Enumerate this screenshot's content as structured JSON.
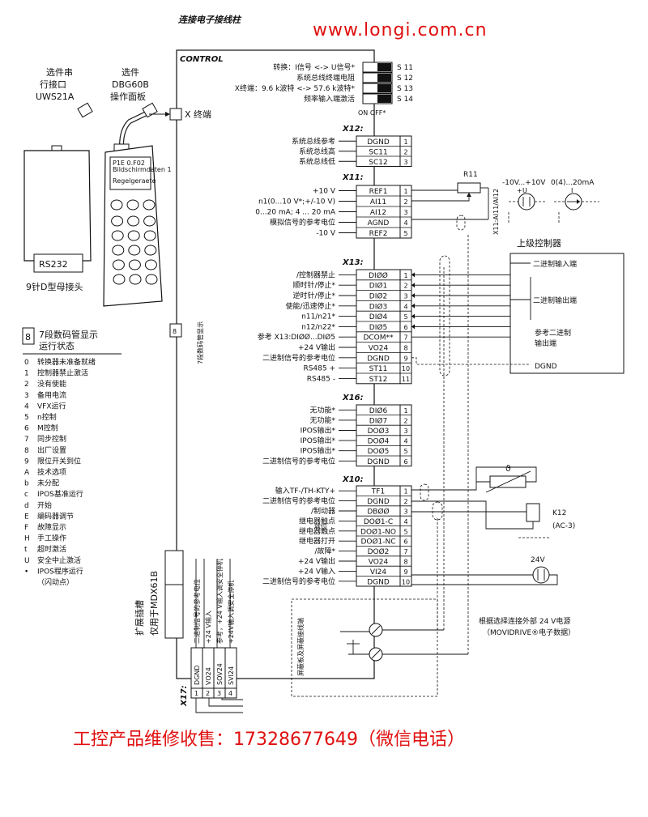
{
  "title": "连接电子接线柱",
  "url": "www.longi.com.cn",
  "service_line": "工控产品维修收售：17328677649（微信电话）",
  "control_label": "CONTROL",
  "option_uws": [
    "选件串",
    "行接口",
    "UWS21A"
  ],
  "option_dbg": [
    "选件",
    "DBG60B",
    "操作面板"
  ],
  "x_terminal": "X 终端",
  "rs232": "RS232",
  "sub_d": "9针D型母接头",
  "seg_display_label": "7段数码管显示",
  "seg_title": [
    "7段数码管显示",
    "运行状态"
  ],
  "status_codes": [
    {
      "code": "0",
      "text": "转换器未准备就绪"
    },
    {
      "code": "1",
      "text": "控制器禁止激活"
    },
    {
      "code": "2",
      "text": "没有使能"
    },
    {
      "code": "3",
      "text": "备用电流"
    },
    {
      "code": "4",
      "text": "VFX运行"
    },
    {
      "code": "5",
      "text": "n控制"
    },
    {
      "code": "6",
      "text": "M控制"
    },
    {
      "code": "7",
      "text": "同步控制"
    },
    {
      "code": "8",
      "text": "出厂设置"
    },
    {
      "code": "9",
      "text": "限位开关到位"
    },
    {
      "code": "A",
      "text": "技术选项"
    },
    {
      "code": "b",
      "text": "未分配"
    },
    {
      "code": "c",
      "text": "IPOS基准运行"
    },
    {
      "code": "d",
      "text": "开始"
    },
    {
      "code": "E",
      "text": "编码器调节"
    },
    {
      "code": "F",
      "text": "故障显示"
    },
    {
      "code": "H",
      "text": "手工操作"
    },
    {
      "code": "t",
      "text": "超时激活"
    },
    {
      "code": "U",
      "text": "安全中止激活"
    },
    {
      "code": "•",
      "text": "IPOS程序运行"
    },
    {
      "code": "",
      "text": "（闪动点）"
    }
  ],
  "switches": [
    {
      "label": "转换：I信号 <-> U信号*",
      "id": "S 11"
    },
    {
      "label": "系统总线终端电阻",
      "id": "S 12"
    },
    {
      "label": "X终端：9.6 k波特 <-> 57.6 k波特*",
      "id": "S 13"
    },
    {
      "label": "频率输入端激活",
      "id": "S 14"
    }
  ],
  "switch_on_off": "ON  OFF*",
  "x12": {
    "name": "X12:",
    "rows": [
      {
        "label": "系统总线参考",
        "term": "DGND",
        "num": "1"
      },
      {
        "label": "系统总线高",
        "term": "SC11",
        "num": "2"
      },
      {
        "label": "系统总线低",
        "term": "SC12",
        "num": "3"
      }
    ]
  },
  "x11": {
    "name": "X11:",
    "rows": [
      {
        "label": "+10 V",
        "term": "REF1",
        "num": "1"
      },
      {
        "label": "n1(0...10 V*;+/-10 V)",
        "term": "AI11",
        "num": "2"
      },
      {
        "label": "0...20 mA; 4 ... 20 mA",
        "term": "AI12",
        "num": "3"
      },
      {
        "label": "模拟信号的参考电位",
        "term": "AGND",
        "num": "4"
      },
      {
        "label": "-10 V",
        "term": "REF2",
        "num": "5"
      }
    ]
  },
  "x13": {
    "name": "X13:",
    "rows": [
      {
        "label": "/控制器禁止",
        "term": "DIØØ",
        "num": "1"
      },
      {
        "label": "顺时针/停止*",
        "term": "DIØ1",
        "num": "2"
      },
      {
        "label": "逆时针/停止*",
        "term": "DIØ2",
        "num": "3"
      },
      {
        "label": "使能/迅速停止*",
        "term": "DIØ3",
        "num": "4"
      },
      {
        "label": "n11/n21*",
        "term": "DIØ4",
        "num": "5"
      },
      {
        "label": "n12/n22*",
        "term": "DIØ5",
        "num": "6"
      },
      {
        "label": "参考  X13:DIØØ...DIØ5",
        "term": "DCOM**",
        "num": "7"
      },
      {
        "label": "+24 V输出",
        "term": "VO24",
        "num": "8"
      },
      {
        "label": "二进制信号的参考电位",
        "term": "DGND",
        "num": "9"
      },
      {
        "label": "RS485 +",
        "term": "ST11",
        "num": "10"
      },
      {
        "label": "RS485 -",
        "term": "ST12",
        "num": "11"
      }
    ]
  },
  "x16": {
    "name": "X16:",
    "rows": [
      {
        "label": "无功能*",
        "term": "DIØ6",
        "num": "1"
      },
      {
        "label": "无功能*",
        "term": "DIØ7",
        "num": "2"
      },
      {
        "label": "IPOS输出*",
        "term": "DOØ3",
        "num": "3"
      },
      {
        "label": "IPOS输出*",
        "term": "DOØ4",
        "num": "4"
      },
      {
        "label": "IPOS输出*",
        "term": "DOØ5",
        "num": "5"
      },
      {
        "label": "二进制信号的参考电位",
        "term": "DGND",
        "num": "6"
      }
    ]
  },
  "x10": {
    "name": "X10:",
    "rows": [
      {
        "label": "输入TF-/TH-KTY+",
        "term": "TF1",
        "num": "1"
      },
      {
        "label": "二进制信号的参考电位",
        "term": "DGND",
        "num": "2"
      },
      {
        "label": "/制动器",
        "term": "DBØØ",
        "num": "3"
      },
      {
        "label": "继电器触点",
        "term": "DOØ1-C",
        "num": "4"
      },
      {
        "label": "继电器触点",
        "term": "DOØ1-NO",
        "num": "5"
      },
      {
        "label": "继电器打开",
        "term": "DOØ1-NC",
        "num": "6"
      },
      {
        "label": "/故障*",
        "term": "DOØ2",
        "num": "7"
      },
      {
        "label": "+24 V输出",
        "term": "VO24",
        "num": "8"
      },
      {
        "label": "+24 V输入",
        "term": "VI24",
        "num": "9"
      },
      {
        "label": "二进制信号的参考电位",
        "term": "DGND",
        "num": "10"
      }
    ]
  },
  "x10_ready": "就位",
  "x17": {
    "name": "X17:",
    "rows": [
      {
        "num": "1",
        "term": "DGND",
        "label": "二进制信号的参考电位"
      },
      {
        "num": "2",
        "term": "VO24",
        "label": "+24 V输入"
      },
      {
        "num": "3",
        "term": "SOV24",
        "label": "参考，+24 V输入调安全停机"
      },
      {
        "num": "4",
        "term": "SVI24",
        "label": "+24V输入调安全停机"
      }
    ]
  },
  "expansion_slot": [
    "扩展插槽",
    "仅用于MDX61B"
  ],
  "r11": "R11",
  "analog_sources": [
    "-10V...+10V",
    "0(4)...20mA"
  ],
  "analog_src_u": "U",
  "analog_src_i": "I",
  "x11_ai_label": "X11:AI11/AI12",
  "upper_controller": {
    "title": "上级控制器",
    "items": [
      "二进制输入端",
      "二进制输出端",
      "参考二进制",
      "输出端",
      "DGND"
    ]
  },
  "k12": [
    "K12",
    "(AC-3)"
  ],
  "v24": "24V",
  "ext_supply": [
    "根据选择连接外部 24 V电源",
    "（MOVIDRIVE®电子数据）"
  ],
  "shield_label": "屏蔽板及屏蔽接线端",
  "theta": "ϑ"
}
